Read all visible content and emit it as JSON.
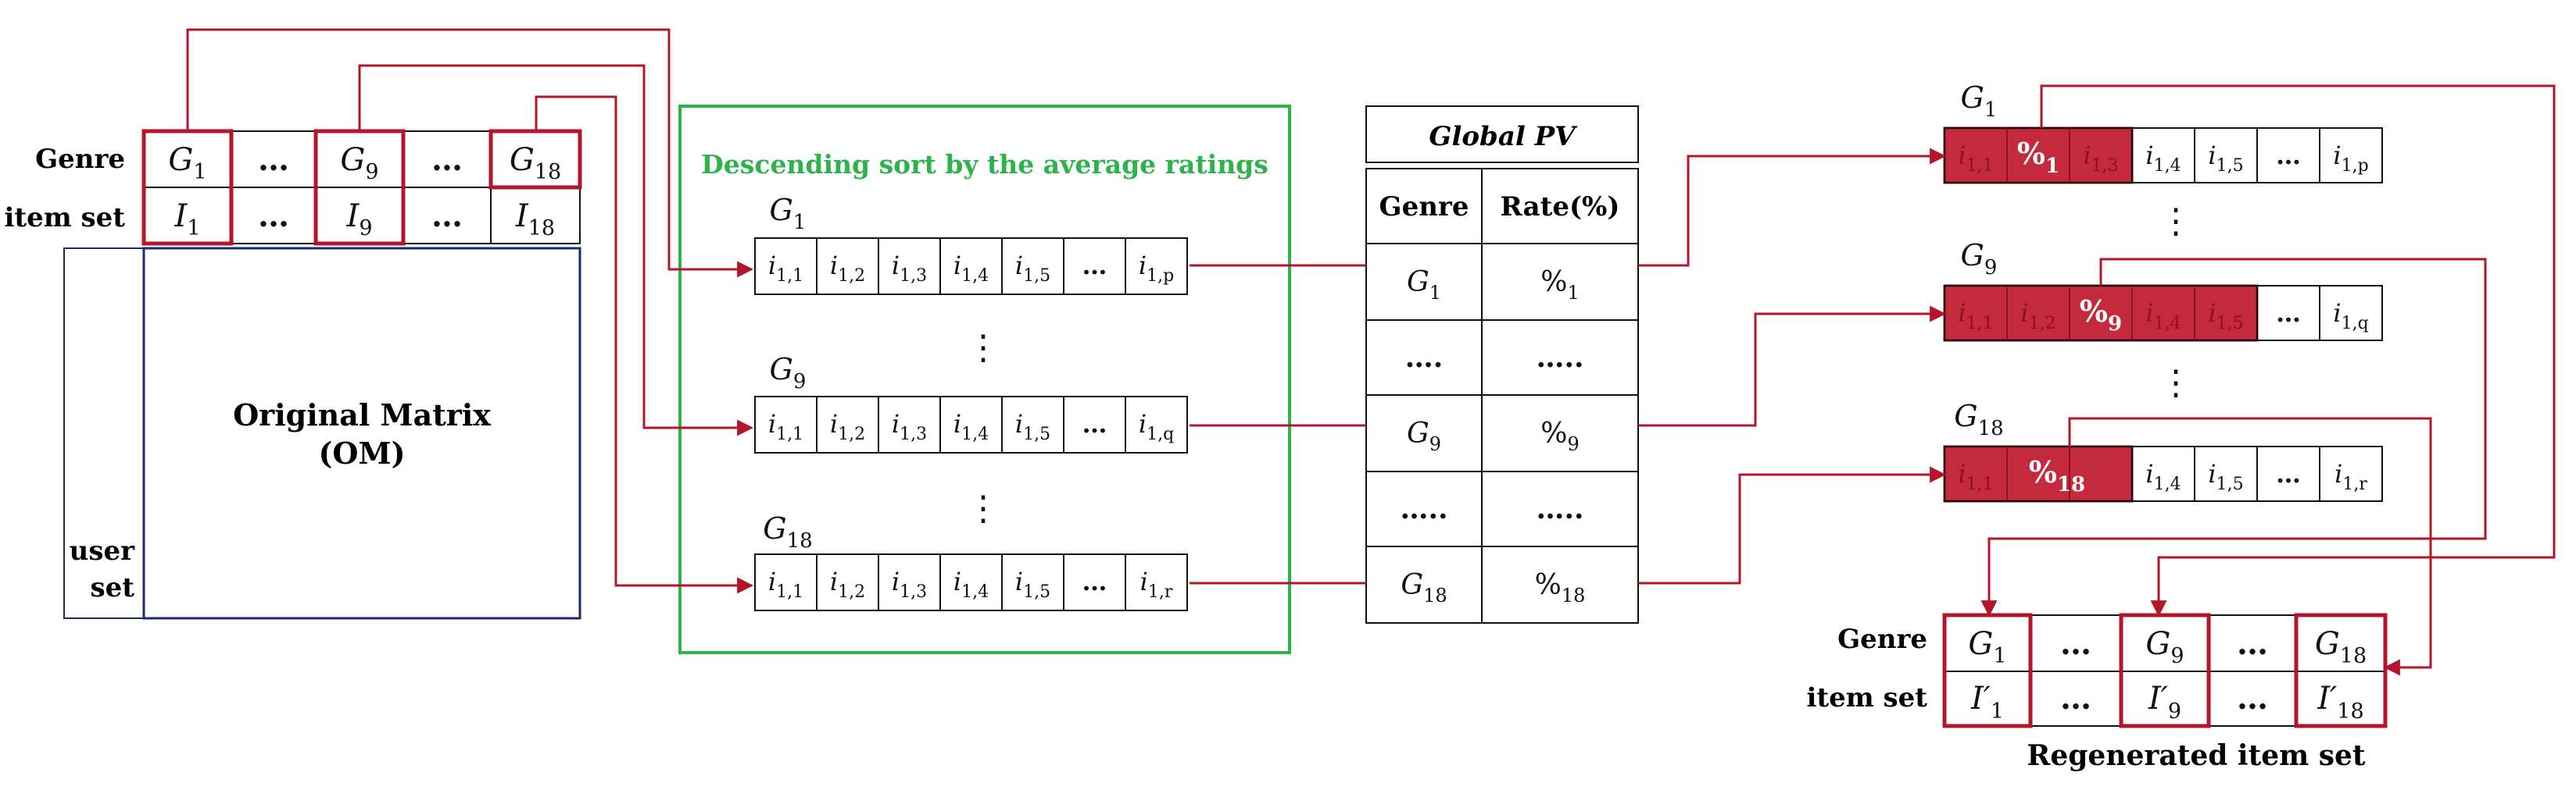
{
  "colors": {
    "accent_red": "#b3162b",
    "dark_red": "#8b1020",
    "highlight_fill": "#c42a3c",
    "green": "#2db34a",
    "navy": "#1a2a6c",
    "black": "#111111"
  },
  "left": {
    "row_labels": [
      "Genre",
      "item set"
    ],
    "genre_cells": [
      "G1",
      "…",
      "G9",
      "…",
      "G18"
    ],
    "item_cells": [
      "I1",
      "…",
      "I9",
      "…",
      "I18"
    ],
    "matrix_title_line1": "Original Matrix",
    "matrix_title_line2": "(OM)",
    "user_set_line1": "user",
    "user_set_line2": "set"
  },
  "sort_box": {
    "title": "Descending sort by the average ratings",
    "rows": [
      {
        "genre": "G1",
        "cells": [
          "i1,1",
          "i1,2",
          "i1,3",
          "i1,4",
          "i1,5",
          "…",
          "i1,p"
        ]
      },
      {
        "genre": "G9",
        "cells": [
          "i1,1",
          "i1,2",
          "i1,3",
          "i1,4",
          "i1,5",
          "…",
          "i1,q"
        ]
      },
      {
        "genre": "G18",
        "cells": [
          "i1,1",
          "i1,2",
          "i1,3",
          "i1,4",
          "i1,5",
          "…",
          "i1,r"
        ]
      }
    ],
    "vdots": "⋮"
  },
  "global_pv": {
    "title": "Global PV",
    "headers": [
      "Genre",
      "Rate(%)"
    ],
    "rows": [
      [
        "G1",
        "%1"
      ],
      [
        "….",
        "….."
      ],
      [
        "G9",
        "%9"
      ],
      [
        "…..",
        "….."
      ],
      [
        "G18",
        "%18"
      ]
    ]
  },
  "regenerated": {
    "rows": [
      {
        "genre": "G1",
        "cells": [
          "i1,1",
          "%1",
          "i1,3",
          "i1,4",
          "i1,5",
          "…",
          "i1,p"
        ],
        "highlight": 3
      },
      {
        "genre": "G9",
        "cells": [
          "i1,1",
          "i1,2",
          "%9",
          "i1,4",
          "i1,5",
          "…",
          "i1,q"
        ],
        "highlight": 5
      },
      {
        "genre": "G18",
        "cells": [
          "i1,1",
          "%18",
          "i1,4",
          "i1,5",
          "…",
          "i1,r"
        ],
        "highlight": 3
      }
    ],
    "row_labels": [
      "Genre",
      "item set"
    ],
    "genre_cells": [
      "G1",
      "…",
      "G9",
      "…",
      "G18"
    ],
    "item_cells": [
      "I′1",
      "…",
      "I′9",
      "…",
      "I′18"
    ],
    "caption": "Regenerated item set",
    "vdots": "⋮"
  }
}
